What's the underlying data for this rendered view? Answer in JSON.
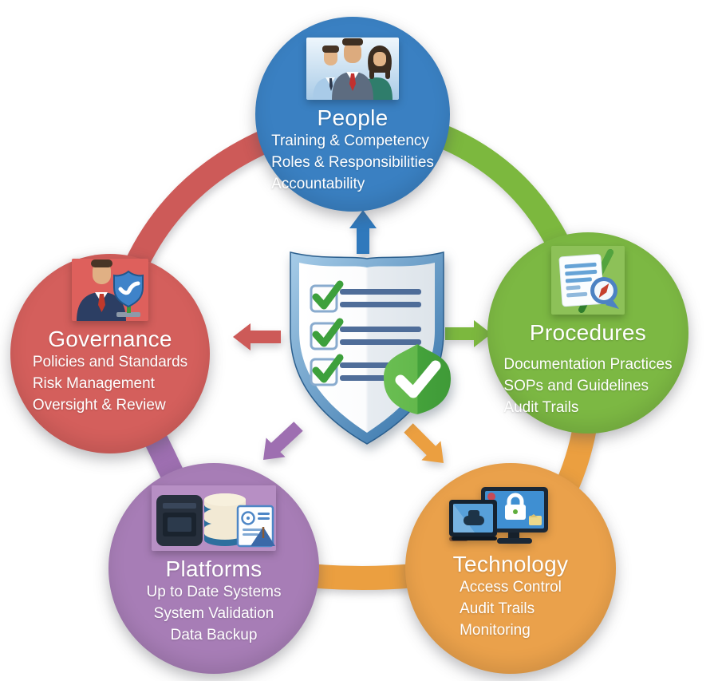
{
  "diagram": {
    "center": {
      "icon": "shield-checklist-icon",
      "badge_icon": "check-badge-icon",
      "checklist_rows": 3
    },
    "nodes": [
      {
        "id": "people",
        "title": "People",
        "items": [
          "Training & Competency",
          "Roles & Responsibilities",
          "Accountability"
        ],
        "color": "#3a80c2",
        "icon": "team-icon"
      },
      {
        "id": "procedures",
        "title": "Procedures",
        "items": [
          "Documentation Practices",
          "SOPs and Guidelines",
          "Audit Trails"
        ],
        "color": "#7cb843",
        "icon": "document-pen-compass-icon"
      },
      {
        "id": "technology",
        "title": "Technology",
        "items": [
          "Access Control",
          "Audit Trails",
          "Monitoring"
        ],
        "color": "#eaa14b",
        "icon": "monitors-lock-icon"
      },
      {
        "id": "platforms",
        "title": "Platforms",
        "items": [
          "Up to Date Systems",
          "System Validation",
          "Data Backup"
        ],
        "color": "#a77db6",
        "icon": "server-database-certificate-icon"
      },
      {
        "id": "governance",
        "title": "Governance",
        "items": [
          "Policies and Standards",
          "Risk Management",
          "Oversight & Review"
        ],
        "color": "#d45f5c",
        "icon": "manager-shield-icon"
      }
    ],
    "connectors": [
      {
        "from": "governance",
        "to": "people",
        "color": "#cd5a58"
      },
      {
        "from": "people",
        "to": "procedures",
        "color": "#7cb83e"
      },
      {
        "from": "procedures",
        "to": "technology",
        "color": "#eb9f40"
      },
      {
        "from": "technology",
        "to": "platforms",
        "color": "#eb9f40"
      },
      {
        "from": "platforms",
        "to": "governance",
        "color": "#9e6fb1"
      }
    ],
    "center_arrows": [
      {
        "to": "people",
        "color": "#3079bc"
      },
      {
        "to": "procedures",
        "color": "#7cb83e"
      },
      {
        "to": "technology",
        "color": "#eb9f40"
      },
      {
        "to": "platforms",
        "color": "#9e6fb1"
      },
      {
        "to": "governance",
        "color": "#cd5a58"
      }
    ]
  }
}
